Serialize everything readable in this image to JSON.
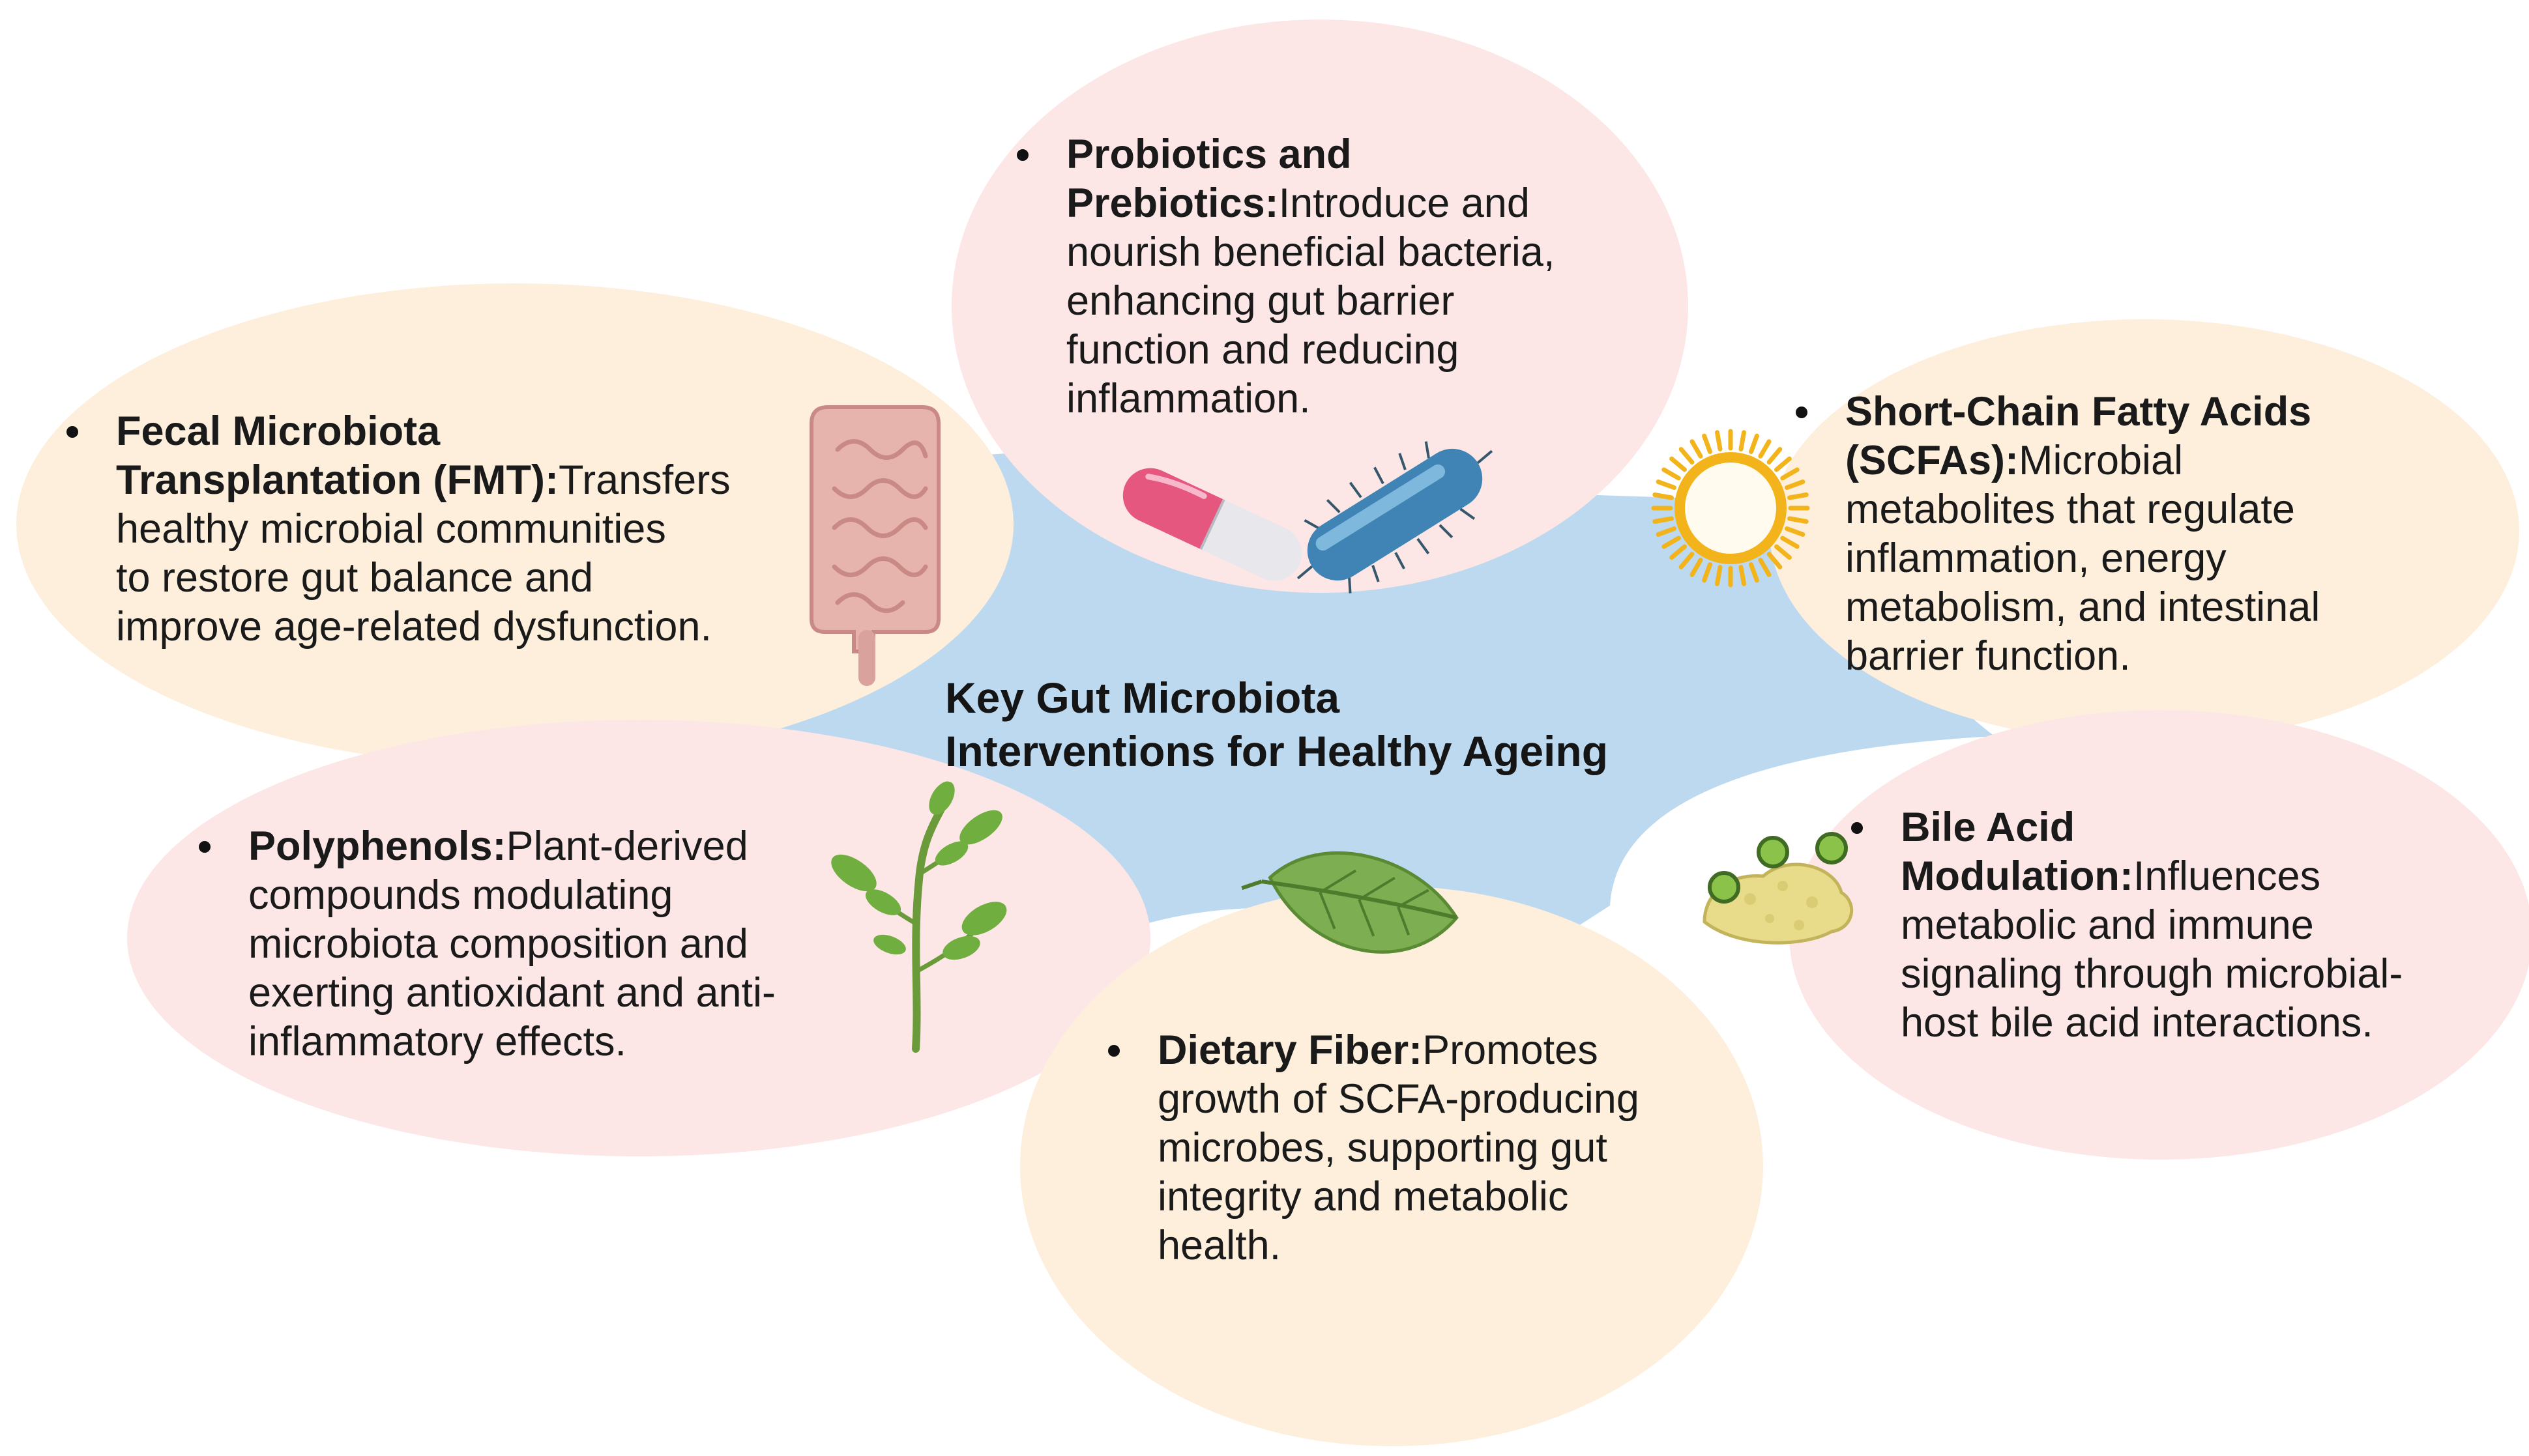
{
  "title": {
    "lines": [
      "Key Gut Microbiota",
      "Interventions for Healthy Ageing"
    ]
  },
  "colors": {
    "center": "#bcd9f0",
    "peach": "#fdefdc",
    "pink": "#fce6e6",
    "bullet": "#111111",
    "text": "#1a1a1a"
  },
  "interventions": [
    {
      "id": "probiotics",
      "term_lines": [
        "Probiotics and",
        "Prebiotics:"
      ],
      "desc_lines": [
        "Introduce and",
        "nourish beneficial bacteria,",
        "enhancing gut barrier",
        "function and reducing",
        "inflammation."
      ],
      "icons": [
        "capsule-pill-icon",
        "bacterium-icon"
      ]
    },
    {
      "id": "fmt",
      "term_lines": [
        "Fecal Microbiota",
        "Transplantation (FMT):"
      ],
      "desc_lines": [
        "Transfers",
        "healthy microbial communities",
        "to restore gut balance and",
        "improve age-related dysfunction."
      ],
      "icons": [
        "intestine-icon"
      ]
    },
    {
      "id": "scfa",
      "term_lines": [
        "Short-Chain Fatty Acids",
        "(SCFAs):"
      ],
      "desc_lines": [
        "Microbial",
        "metabolites that regulate",
        "inflammation, energy",
        "metabolism, and intestinal",
        "barrier function."
      ],
      "icons": [
        "metabolite-ring-icon"
      ]
    },
    {
      "id": "polyphenols",
      "term_lines": [
        "Polyphenols:"
      ],
      "desc_lines": [
        "Plant-derived",
        "compounds modulating",
        "microbiota composition and",
        "exerting antioxidant and anti-",
        "inflammatory effects."
      ],
      "icons": [
        "plant-icon"
      ]
    },
    {
      "id": "fiber",
      "term_lines": [
        "Dietary Fiber:"
      ],
      "desc_lines": [
        "Promotes",
        "growth of SCFA-producing",
        "microbes, supporting gut",
        "integrity and metabolic",
        "health."
      ],
      "icons": [
        "leaf-icon"
      ]
    },
    {
      "id": "bile",
      "term_lines": [
        "Bile Acid",
        "Modulation:"
      ],
      "desc_lines": [
        "Influences",
        "metabolic and immune",
        "signaling through microbial-",
        "host bile acid interactions."
      ],
      "icons": [
        "bile-acid-micelle-icon"
      ]
    }
  ]
}
